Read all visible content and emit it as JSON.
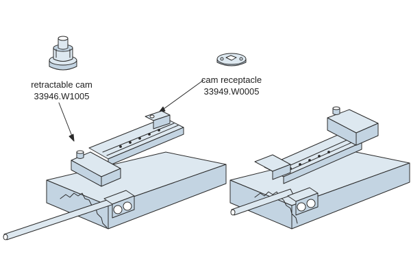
{
  "callouts": {
    "retractable_cam": {
      "name": "retractable cam",
      "part_number": "33946.W1005"
    },
    "cam_receptacle": {
      "name": "cam receptacle",
      "part_number": "33949.W0005"
    }
  },
  "colors": {
    "fill": "#dde8f0",
    "fill_dark": "#c3d4e2",
    "outline": "#2a2a2a",
    "background": "#ffffff"
  }
}
